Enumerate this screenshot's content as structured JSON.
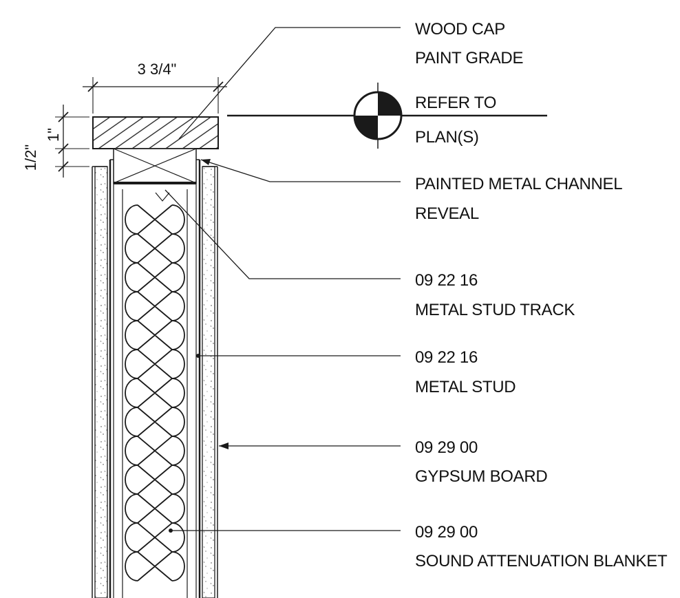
{
  "drawing": {
    "dimensions": {
      "cap_width": "3 3/4\"",
      "cap_thickness": "1\"",
      "reveal": "1/2\""
    },
    "section_marker": {
      "line1": "REFER TO",
      "line2": "PLAN(S)"
    },
    "callouts": [
      {
        "code": "",
        "text": "WOOD CAP",
        "text2": "PAINT GRADE"
      },
      {
        "code": "",
        "text": "PAINTED METAL CHANNEL",
        "text2": "REVEAL"
      },
      {
        "code": "09 22 16",
        "text": "METAL STUD TRACK"
      },
      {
        "code": "09 22 16",
        "text": "METAL STUD"
      },
      {
        "code": "09 29 00",
        "text": "GYPSUM BOARD"
      },
      {
        "code": "09 29 00",
        "text": "SOUND ATTENUATION BLANKET"
      }
    ],
    "colors": {
      "line": "#1a1a1a",
      "background": "#ffffff"
    }
  }
}
